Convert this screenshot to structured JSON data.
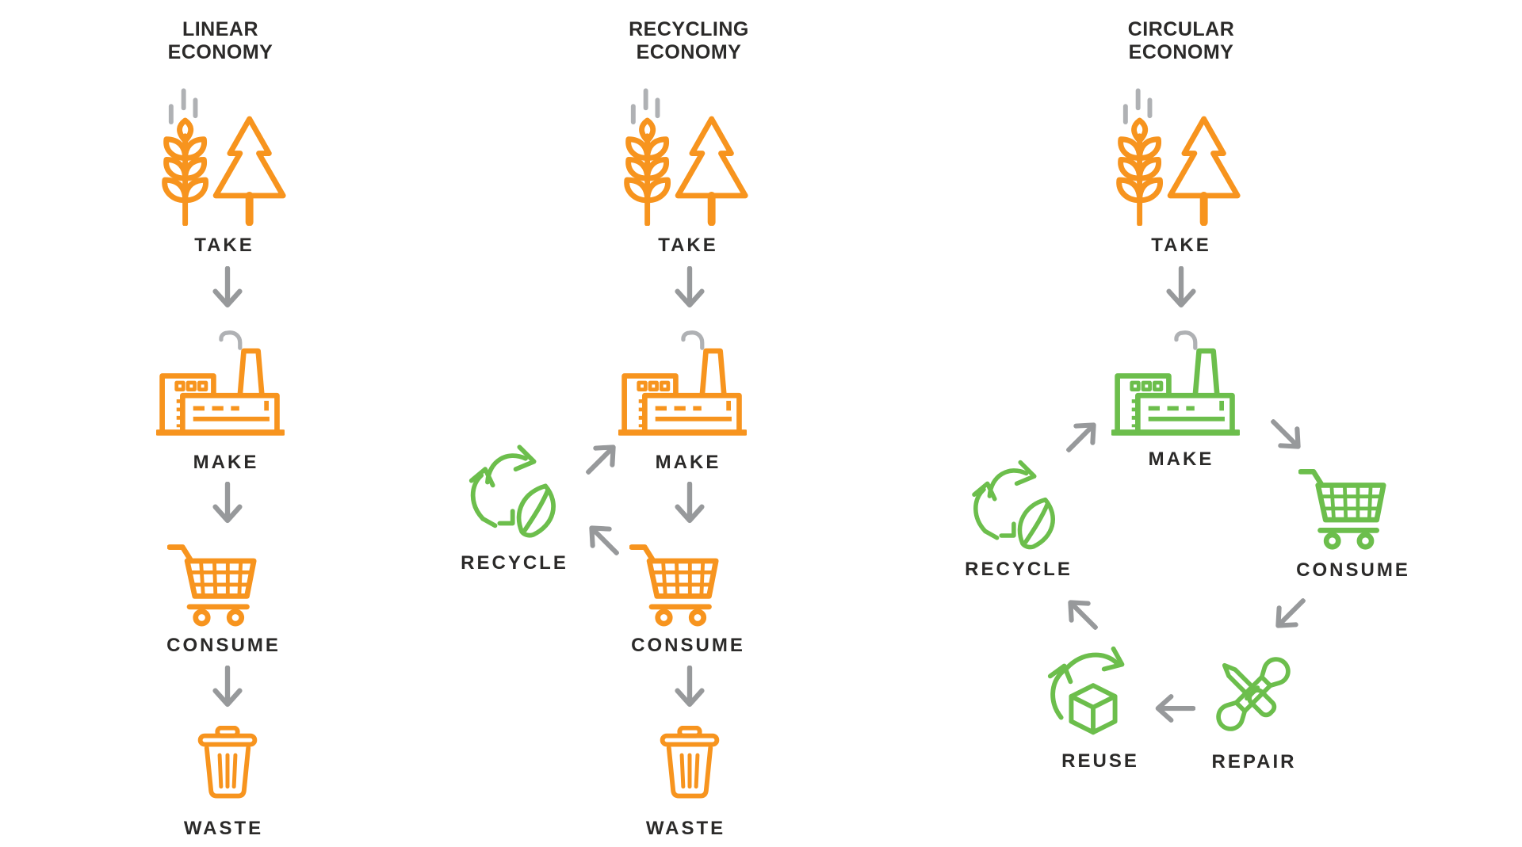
{
  "colors": {
    "orange": "#F7941E",
    "green": "#6CBE4C",
    "arrow_gray": "#97999B",
    "muted_gray": "#AFB1B4",
    "text": "#2B2A29",
    "background": "#FFFFFF"
  },
  "columns": {
    "linear": {
      "title": "LINEAR\nECONOMY",
      "labels": {
        "take": "TAKE",
        "make": "MAKE",
        "consume": "CONSUME",
        "waste": "WASTE"
      },
      "flow": [
        "TAKE",
        "MAKE",
        "CONSUME",
        "WASTE"
      ]
    },
    "recycling": {
      "title": "RECYCLING\nECONOMY",
      "labels": {
        "take": "TAKE",
        "make": "MAKE",
        "consume": "CONSUME",
        "waste": "WASTE",
        "recycle": "RECYCLE"
      },
      "flow": [
        "TAKE",
        "MAKE",
        "CONSUME",
        "WASTE"
      ],
      "loop": [
        "CONSUME",
        "RECYCLE",
        "MAKE"
      ]
    },
    "circular": {
      "title": "CIRCULAR\nECONOMY",
      "labels": {
        "take": "TAKE",
        "make": "MAKE",
        "consume": "CONSUME",
        "repair": "REPAIR",
        "reuse": "REUSE",
        "recycle": "RECYCLE"
      },
      "flow": [
        "TAKE",
        "MAKE",
        "CONSUME",
        "REPAIR",
        "REUSE",
        "RECYCLE",
        "MAKE"
      ]
    }
  },
  "icons": {
    "take": "wheat-and-pine-tree",
    "make": "factory-with-smoke",
    "consume": "shopping-cart",
    "waste": "trash-can",
    "recycle": "recycling-arrows-with-leaf",
    "repair": "crossed-screwdriver-and-wrench",
    "reuse": "box-with-circular-arrows",
    "connector": "gray-arrow"
  }
}
